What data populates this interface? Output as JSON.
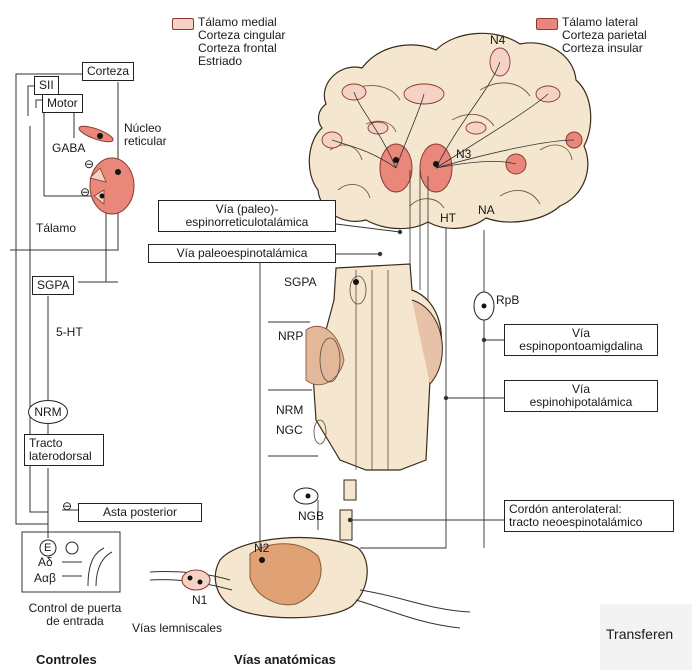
{
  "legend": {
    "medial": {
      "color": "#f6d2c6",
      "items": [
        "Tálamo medial",
        "Corteza cingular",
        "Corteza frontal",
        "Estriado"
      ]
    },
    "lateral": {
      "color": "#e8877a",
      "items": [
        "Tálamo lateral",
        "Corteza parietal",
        "Corteza insular"
      ]
    }
  },
  "left": {
    "corteza": "Corteza",
    "sii": "SII",
    "motor": "Motor",
    "nucleo": "Núcleo",
    "reticular": "reticular",
    "gaba": "GABA",
    "talamo": "Tálamo",
    "sgpa": "SGPA",
    "ht5": "5-HT",
    "nrm": "NRM",
    "tracto1": "Tracto",
    "tracto2": "laterodorsal",
    "asta": "Asta posterior",
    "e": "E",
    "ad": "Aδ",
    "ab": "Aαβ",
    "gate1": "Control de puerta",
    "gate2": "de entrada",
    "minus": "⊖"
  },
  "right": {
    "n4": "N4",
    "n3": "N3",
    "ht": "HT",
    "na": "NA",
    "rpb": "RpB",
    "via_paleo_espino1": "Vía (paleo)-",
    "via_paleo_espino2": "espinorreticulotalámica",
    "via_paleoespino": "Vía paleoespinotalámica",
    "sgpa": "SGPA",
    "nrp": "NRP",
    "nrm": "NRM",
    "ngc": "NGC",
    "ngb": "NGB",
    "n1": "N1",
    "n2": "N2",
    "lemniscales": "Vías lemniscales",
    "amig1": "Vía",
    "amig2": "espinopontoamigdalina",
    "hipo1": "Vía",
    "hipo2": "espinohipotalámica",
    "cordon1": "Cordón anterolateral:",
    "cordon2": "tracto neoespinotalámico"
  },
  "sections": {
    "controles": "Controles",
    "vias": "Vías anatómicas"
  },
  "panel": {
    "label": "Transferen"
  }
}
